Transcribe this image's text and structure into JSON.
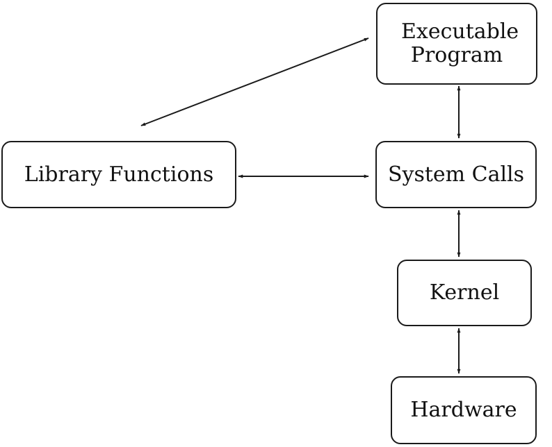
{
  "nodes": {
    "executable_program": "Executable Program",
    "library_functions": "Library Functions",
    "system_calls": "System Calls",
    "kernel": "Kernel",
    "hardware": "Hardware"
  },
  "edges": [
    {
      "from": "library_functions",
      "to": "executable_program",
      "arrows": "both"
    },
    {
      "from": "executable_program",
      "to": "system_calls",
      "arrows": "both"
    },
    {
      "from": "library_functions",
      "to": "system_calls",
      "arrows": "both"
    },
    {
      "from": "system_calls",
      "to": "kernel",
      "arrows": "both"
    },
    {
      "from": "kernel",
      "to": "hardware",
      "arrows": "both"
    }
  ],
  "colors": {
    "stroke": "#1a1a1a",
    "text": "#111111",
    "background": "#ffffff"
  }
}
